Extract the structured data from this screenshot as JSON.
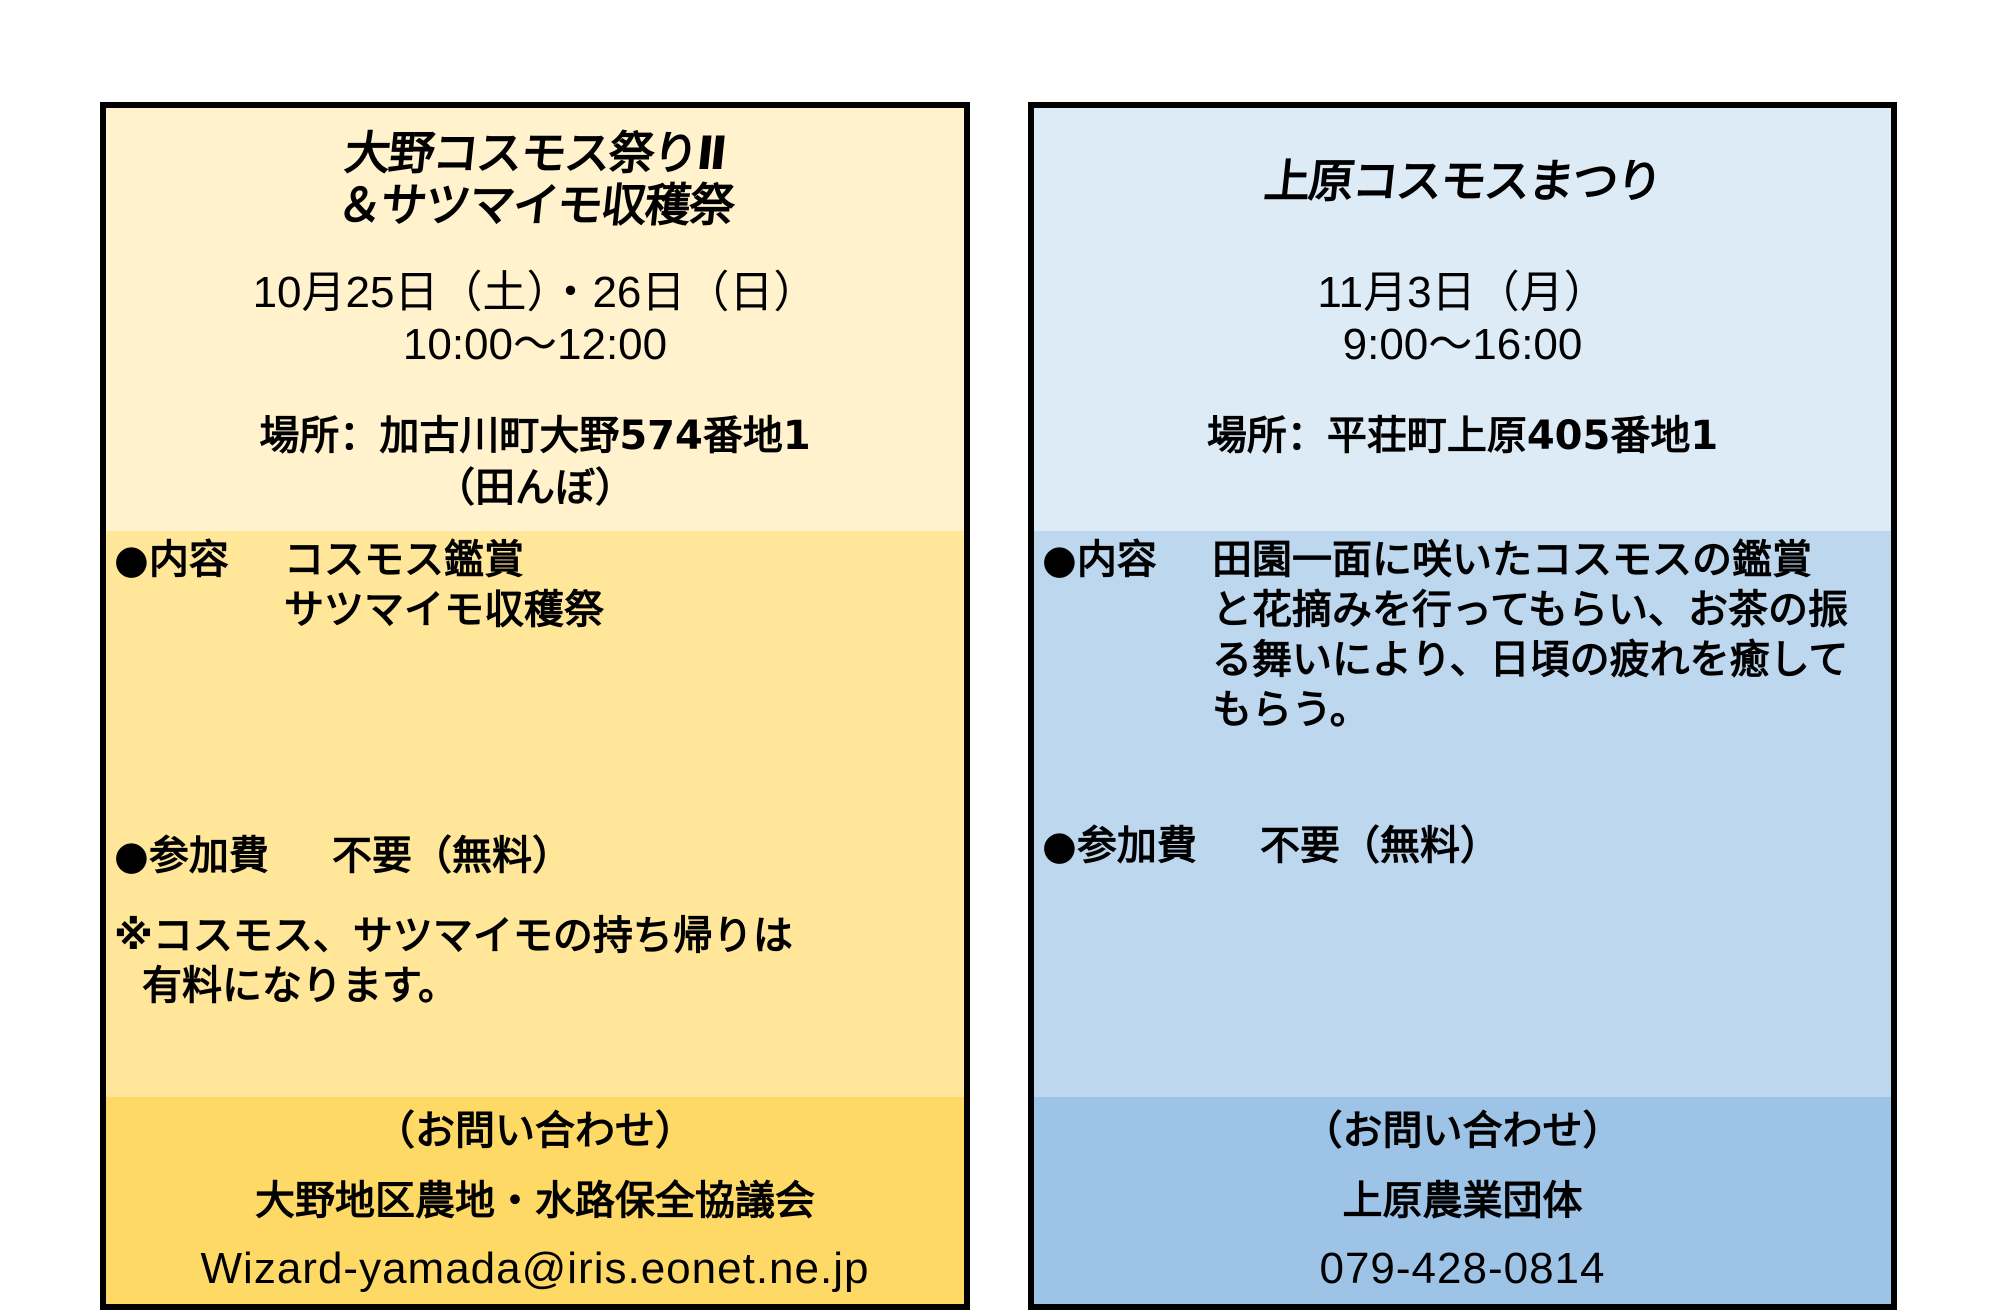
{
  "events": [
    {
      "title_lines": [
        "大野コスモス祭りⅡ",
        "＆サツマイモ収穫祭"
      ],
      "date": "10月25日（土）・26日（日）",
      "time": "10:00～12:00",
      "place_lines": [
        "場所：加古川町大野574番地1",
        "（田んぼ）"
      ],
      "content_label": "●内容",
      "content_lines": [
        "コスモス鑑賞",
        "サツマイモ収穫祭"
      ],
      "fee_label": "●参加費",
      "fee_value": "不要（無料）",
      "note_lines": [
        "※コスモス、サツマイモの持ち帰りは",
        "有料になります。"
      ],
      "contact_heading": "（お問い合わせ）",
      "contact_org": "大野地区農地・水路保全協議会",
      "contact_detail": "Wizard-yamada@iris.eonet.ne.jp",
      "colors": {
        "top": "#FFF2CC",
        "mid": "#FFE699",
        "bottom": "#FFD966"
      }
    },
    {
      "title_lines": [
        "上原コスモスまつり"
      ],
      "date": "11月3日（月）",
      "time": "9:00～16:00",
      "place_lines": [
        "場所：平荘町上原405番地1"
      ],
      "content_label": "●内容",
      "content_lines": [
        "田園一面に咲いたコスモスの鑑賞",
        "と花摘みを行ってもらい、お茶の振",
        "る舞いにより、日頃の疲れを癒して",
        "もらう。"
      ],
      "fee_label": "●参加費",
      "fee_value": "不要（無料）",
      "contact_heading": "（お問い合わせ）",
      "contact_org": "上原農業団体",
      "contact_detail": "079-428-0814",
      "colors": {
        "top": "#DDEBF7",
        "mid": "#BDD7EE",
        "bottom": "#9DC3E6"
      }
    }
  ]
}
